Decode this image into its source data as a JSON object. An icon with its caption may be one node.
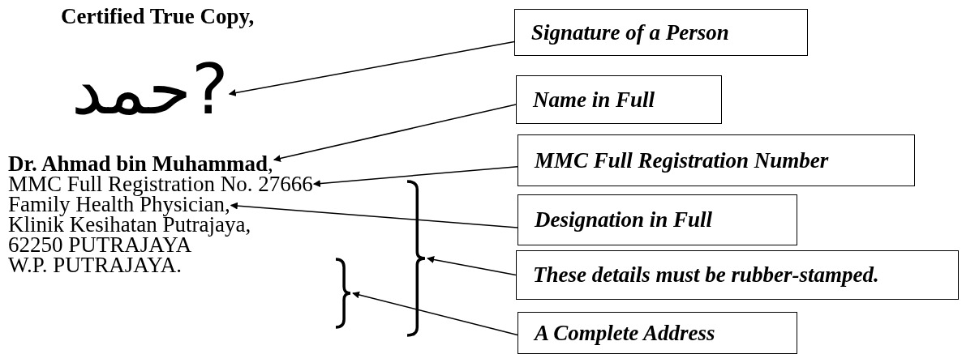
{
  "diagram": {
    "nodes": [
      {
        "text": [
          "حمد?"
        ]
      },
      {
        "text": [
          "**Dr. Ahmad bin Muhammad**,"
        ]
      },
      {
        "text": [
          "MMC Full Registration No. 27666"
        ]
      },
      {
        "text": [
          "Family Health Physician,"
        ]
      },
      {
        "text": [],
        "shape": "brace"
      },
      {
        "text": [],
        "shape": "brace"
      },
      {
        "text": [
          "Signature of a Person"
        ]
      },
      {
        "text": [
          "Name in Full"
        ]
      },
      {
        "text": [
          "MMC Full Registration Number"
        ]
      },
      {
        "text": [
          "Designation in Full"
        ]
      },
      {
        "text": [
          "These details must be rubber-stamped."
        ]
      },
      {
        "text": [
          "A Complete Address"
        ]
      }
    ],
    "edges": [
      {
        "from": 6,
        "to": 0,
        "arrow": "to"
      },
      {
        "from": 7,
        "to": 1,
        "arrow": "to"
      },
      {
        "from": 8,
        "to": 2,
        "arrow": "to"
      },
      {
        "from": 9,
        "to": 3,
        "arrow": "to"
      },
      {
        "from": 10,
        "to": 4,
        "arrow": "to"
      },
      {
        "from": 11,
        "to": 5,
        "arrow": "to"
      }
    ],
    "labels": [
      "Certified True Copy,",
      "Klinik Kesihatan Putrajaya,",
      "62250 PUTRAJAYA",
      "W.P. PUTRAJAYA."
    ]
  }
}
